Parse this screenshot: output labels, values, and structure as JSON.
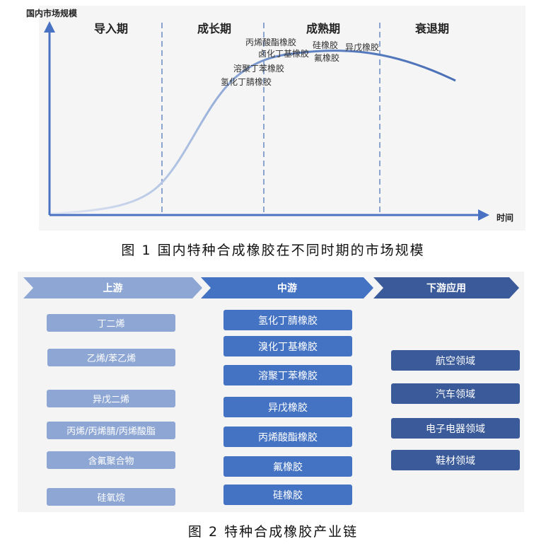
{
  "figure1": {
    "y_axis_label": "国内市场规模",
    "x_axis_label": "时间",
    "phases": [
      "导入期",
      "成长期",
      "成熟期",
      "衰退期"
    ],
    "products": [
      "丙烯酸酯橡胶",
      "卤化丁基橡胶",
      "溶聚丁苯橡胶",
      "氢化丁腈橡胶",
      "硅橡胶",
      "异戊橡胶",
      "氟橡胶"
    ],
    "caption": "图 1  国内特种合成橡胶在不同时期的市场规模"
  },
  "figure2": {
    "stages": [
      "上游",
      "中游",
      "下游应用"
    ],
    "upstream": [
      "丁二烯",
      "乙烯/苯乙烯",
      "异戊二烯",
      "丙烯/丙烯腈/丙烯酸脂",
      "含氟聚合物",
      "硅氧烷"
    ],
    "midstream": [
      "氢化丁腈橡胶",
      "溴化丁基橡胶",
      "溶聚丁苯橡胶",
      "异戊橡胶",
      "丙烯酸酯橡胶",
      "氟橡胶",
      "硅橡胶"
    ],
    "downstream": [
      "航空领域",
      "汽车领域",
      "电子电器领域",
      "鞋材领域"
    ],
    "caption": "图 2 特种合成橡胶产业链"
  },
  "colors": {
    "curve_start": "#d7e1f1",
    "curve_end": "#4a6fb5",
    "axis": "#4a72c2",
    "banner_up": "#8da6d3",
    "banner_mid": "#4473c4",
    "banner_down": "#3a5a99"
  }
}
